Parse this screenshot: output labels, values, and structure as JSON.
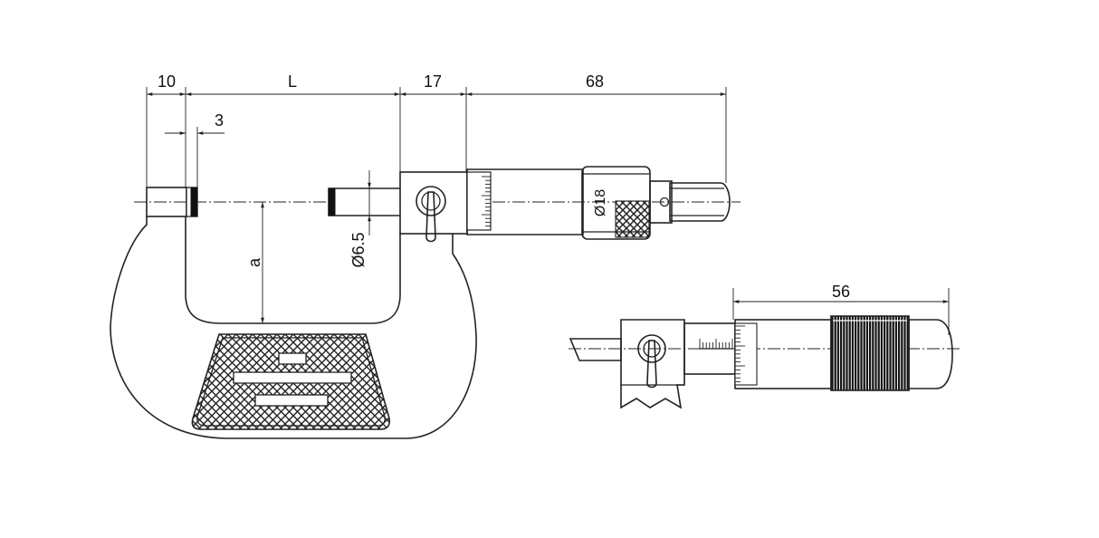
{
  "dimensions": {
    "frame_anvil_width": "10",
    "measuring_length": "L",
    "sleeve_length": "17",
    "thimble_length": "68",
    "anvil_face": "3",
    "spindle_diameter": "Ø6.5",
    "thimble_diameter": "Ø18",
    "throat_depth": "a",
    "side_view_length": "56"
  },
  "colors": {
    "line": "#222222",
    "background": "#ffffff"
  }
}
